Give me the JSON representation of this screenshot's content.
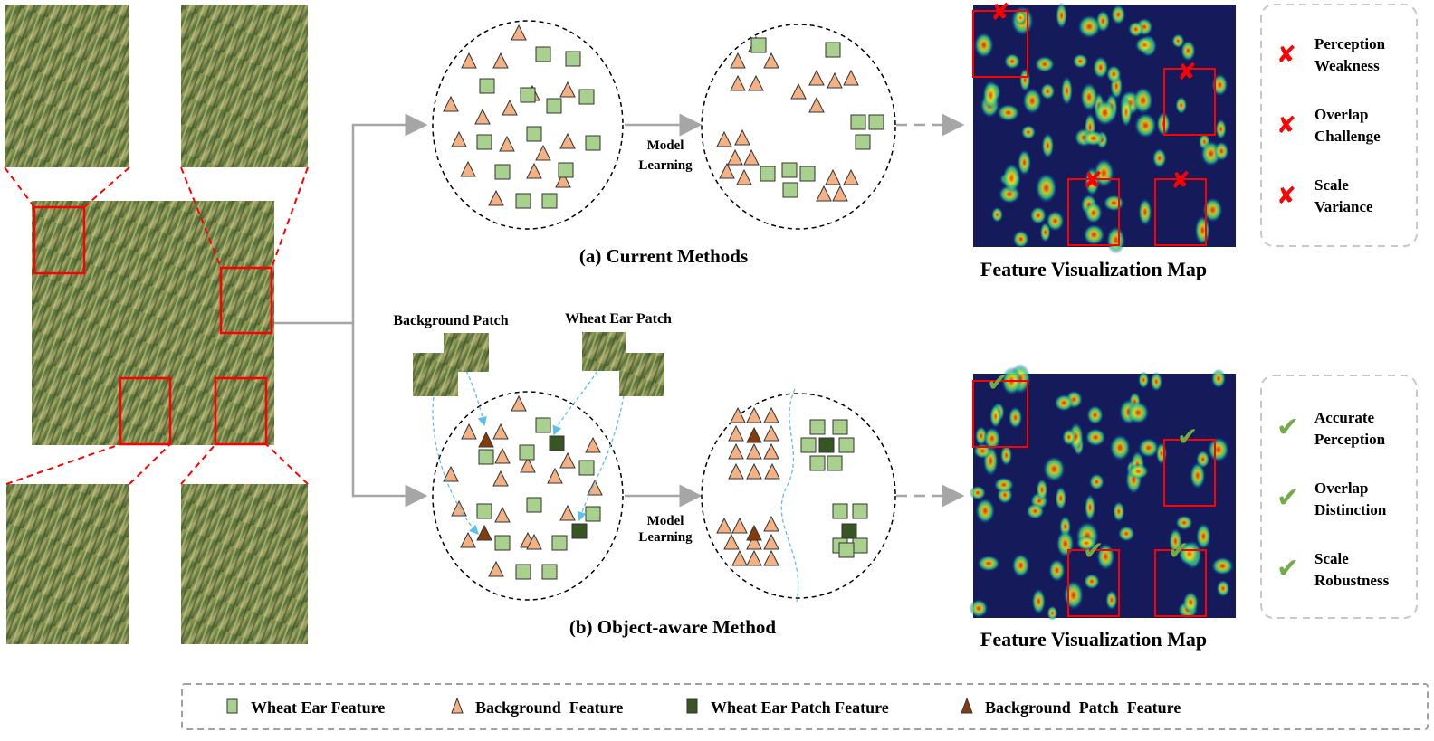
{
  "panel_a": {
    "caption": "(a) Current Methods",
    "model_learning_line1": "Model",
    "model_learning_line2": "Learning"
  },
  "panel_b": {
    "caption": "(b) Object-aware Method",
    "model_learning_line1": "Model",
    "model_learning_line2": "Learning",
    "background_patch_label": "Background Patch",
    "wheat_ear_patch_label": "Wheat Ear Patch"
  },
  "feature_map_top": {
    "caption": "Feature Visualization Map"
  },
  "feature_map_bottom": {
    "caption": "Feature Visualization Map"
  },
  "problems": [
    {
      "line1": "Perception",
      "line2": "Weakness",
      "icon": "cross-icon"
    },
    {
      "line1": "Overlap",
      "line2": "Challenge",
      "icon": "cross-icon"
    },
    {
      "line1": "Scale",
      "line2": "Variance",
      "icon": "cross-icon"
    }
  ],
  "advantages": [
    {
      "line1": "Accurate",
      "line2": "Perception",
      "icon": "check-icon"
    },
    {
      "line1": "Overlap",
      "line2": "Distinction",
      "icon": "check-icon"
    },
    {
      "line1": "Scale",
      "line2": "Robustness",
      "icon": "check-icon"
    }
  ],
  "legend": [
    {
      "label": "Wheat Ear Feature",
      "shape": "square",
      "color": "#a9d18e"
    },
    {
      "label": "Background  Feature",
      "shape": "triangle",
      "color": "#f4b183"
    },
    {
      "label": "Wheat Ear Patch Feature",
      "shape": "square",
      "color": "#375623"
    },
    {
      "label": "Background  Patch  Feature",
      "shape": "triangle",
      "color": "#843c0c"
    }
  ],
  "colors": {
    "wheat": "#a9d18e",
    "background": "#f4b183",
    "wheat_patch": "#375623",
    "bg_patch": "#843c0c",
    "red": "#ff0000",
    "check": "#70ad47"
  }
}
